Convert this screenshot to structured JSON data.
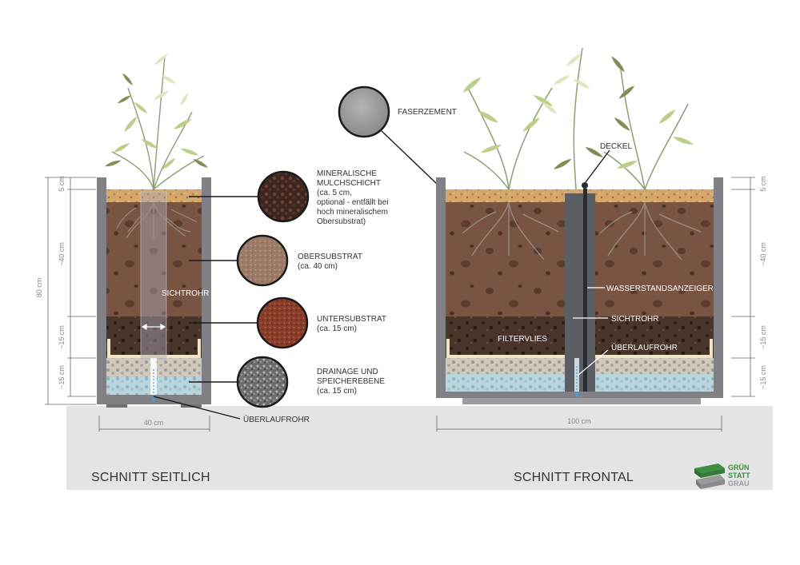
{
  "side_section": {
    "title": "SCHNITT SEITLICH",
    "width_label": "40 cm",
    "total_height_label": "80 cm",
    "dims": [
      "5 cm",
      "~40 cm",
      "~15 cm",
      "~15 cm"
    ]
  },
  "front_section": {
    "title": "SCHNITT FRONTAL",
    "width_label": "100 cm",
    "dims": [
      "5 cm",
      "~40 cm",
      "~15 cm",
      "~15 cm"
    ]
  },
  "callouts": {
    "mulch": {
      "name": "MINERALISCHE MULCHSCHICHT",
      "line1": "MINERALISCHE",
      "line2": "MULCHSCHICHT",
      "line3": "(ca. 5 cm,",
      "line4": "optional - entfällt bei",
      "line5": "hoch mineralischem",
      "line6": "Obersubstrat)"
    },
    "ober": {
      "line1": "OBERSUBSTRAT",
      "line2": "(ca. 40 cm)"
    },
    "unter": {
      "line1": "UNTERSUBSTRAT",
      "line2": "(ca. 15 cm)"
    },
    "drain": {
      "line1": "DRAINAGE UND",
      "line2": "SPEICHEREBENE",
      "line3": "(ca. 15 cm)"
    },
    "faser": "FASERZEMENT"
  },
  "labels": {
    "sichtrohr": "SICHTROHR",
    "ueberlaufrohr": "ÜBERLAUFROHR",
    "deckel": "DECKEL",
    "wasserstand": "WASSERSTANDSANZEIGER",
    "filtervlies": "FILTERVLIES",
    "sichtrohr_front": "SICHTROHR",
    "ueberlaufrohr_front": "ÜBERLAUFROHR"
  },
  "logo": {
    "line1": "GRÜN",
    "line2": "STATT",
    "line3": "GRAU"
  },
  "colors": {
    "ground": "#e4e4e4",
    "pot": "#808085",
    "mulch": "#d6a76c",
    "ober": "#7a5443",
    "unter": "#4a352b",
    "drain": "#c9c3b8",
    "water": "#b8d4dc",
    "logo_green": "#3e8e41"
  }
}
